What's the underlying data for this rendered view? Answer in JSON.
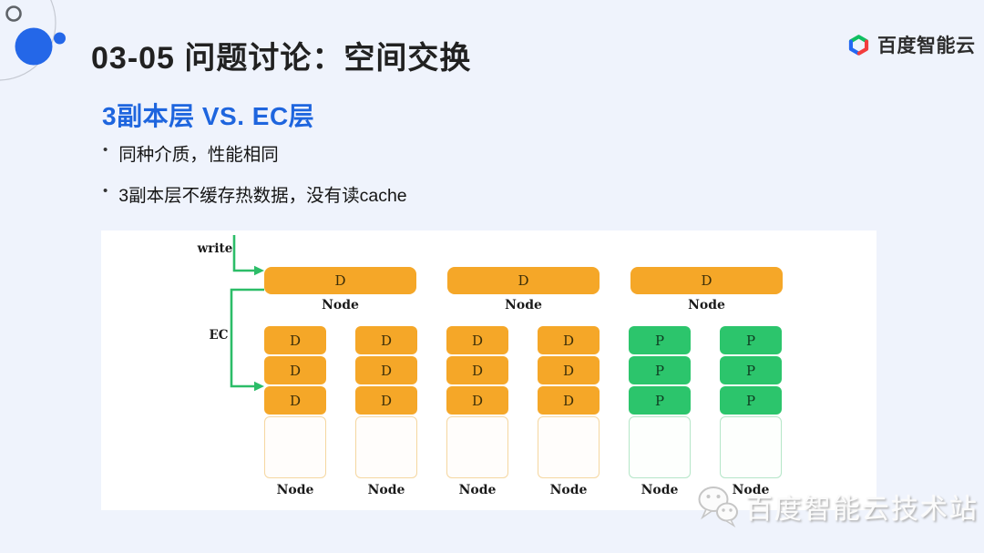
{
  "page": {
    "title": "03-05 问题讨论：空间交换",
    "logo_text": "百度智能云",
    "heading": "3副本层 VS. EC层",
    "bullets": [
      "同种介质，性能相同",
      "3副本层不缓存热数据，没有读cache"
    ],
    "watermark_text": "百度智能云技术站",
    "colors": {
      "background": "#eff3fc",
      "heading_blue": "#1e65de",
      "deco_blue": "#2467e8",
      "data_block_orange": "#f5a728",
      "parity_block_green": "#2cc56c",
      "arrow_green": "#2cbd68"
    }
  },
  "diagram": {
    "write_label": "write",
    "ec_label": "EC",
    "top_nodes": [
      {
        "label": "D",
        "node_label": "Node"
      },
      {
        "label": "D",
        "node_label": "Node"
      },
      {
        "label": "D",
        "node_label": "Node"
      }
    ],
    "bottom_nodes": [
      {
        "type": "data",
        "cells": [
          "D",
          "D",
          "D"
        ],
        "node_label": "Node"
      },
      {
        "type": "data",
        "cells": [
          "D",
          "D",
          "D"
        ],
        "node_label": "Node"
      },
      {
        "type": "data",
        "cells": [
          "D",
          "D",
          "D"
        ],
        "node_label": "Node"
      },
      {
        "type": "data",
        "cells": [
          "D",
          "D",
          "D"
        ],
        "node_label": "Node"
      },
      {
        "type": "parity",
        "cells": [
          "P",
          "P",
          "P"
        ],
        "node_label": "Node"
      },
      {
        "type": "parity",
        "cells": [
          "P",
          "P",
          "P"
        ],
        "node_label": "Node"
      }
    ]
  }
}
